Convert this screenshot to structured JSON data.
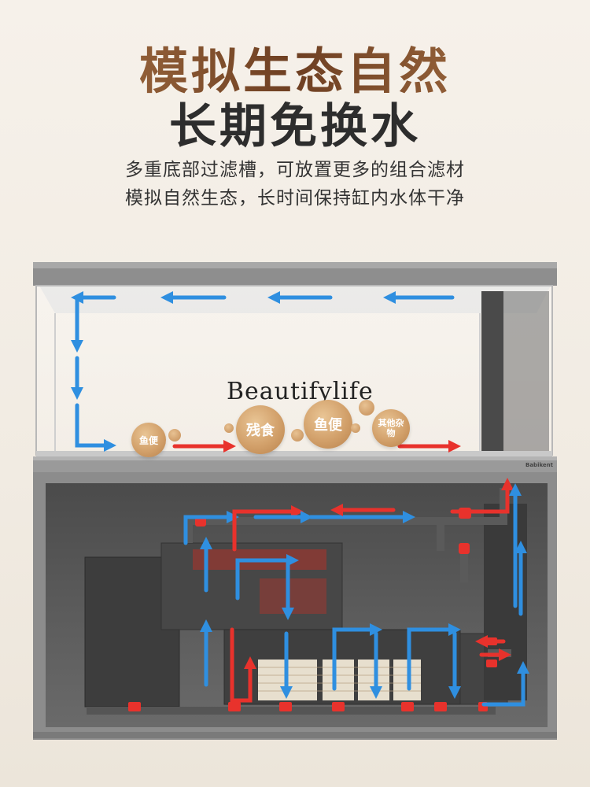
{
  "headline": {
    "line1": "模拟生态自然",
    "line2": "长期免换水"
  },
  "subtitle": {
    "line1": "多重底部过滤槽，可放置更多的组合滤材",
    "line2": "模拟自然生态，长时间保持缸内水体干净"
  },
  "brand": "Beautifylife",
  "tank_label": "Babikent",
  "bubbles": {
    "b1": "鱼便",
    "b2": "残食",
    "b3": "鱼便",
    "b4": "其他杂物"
  },
  "colors": {
    "flow_clean": "#2f8fe0",
    "flow_dirty": "#e8322c",
    "tank_frame": "#9a9a9a",
    "cabinet": "#5d5d5d"
  },
  "icons": [
    "arrow-right-icon",
    "arrow-left-icon",
    "arrow-up-icon",
    "arrow-down-icon",
    "valve-icon"
  ]
}
